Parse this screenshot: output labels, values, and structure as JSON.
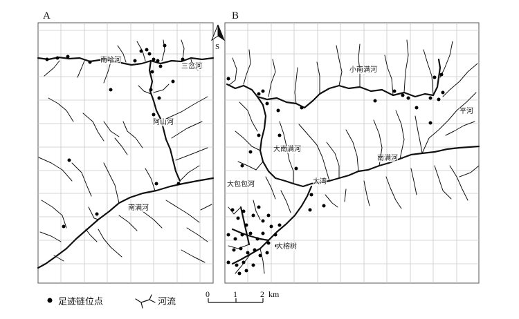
{
  "panels": [
    {
      "id": "A",
      "label": "A"
    },
    {
      "id": "B",
      "label": "B"
    }
  ],
  "north": {
    "letter": "S"
  },
  "river_labels_a": [
    "南哈河",
    "三岔河",
    "阿山河",
    "南满河"
  ],
  "river_labels_b": [
    "小南满河",
    "平河",
    "大南满河",
    "南满河",
    "大包包河",
    "大湾",
    "大榕树"
  ],
  "legend": {
    "point_label": "足迹链位点",
    "river_label": "河流"
  },
  "scale": {
    "ticks": [
      "0",
      "1",
      "2"
    ],
    "unit": "km"
  }
}
